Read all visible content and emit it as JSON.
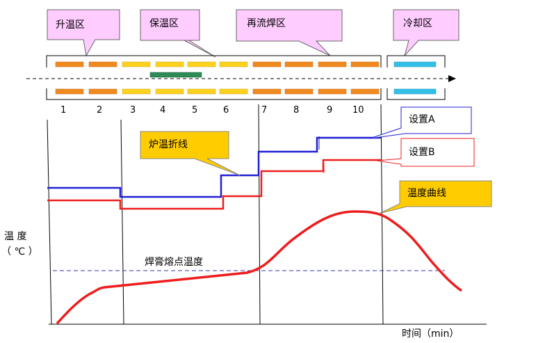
{
  "zones": {
    "heating": "升温区",
    "soak": "保温区",
    "reflow": "再流焊区",
    "cooling": "冷却区"
  },
  "heater_numbers": [
    "1",
    "2",
    "3",
    "4",
    "5",
    "6",
    "7",
    "8",
    "9",
    "10"
  ],
  "callouts": {
    "setting_a": "设置A",
    "setting_b": "设置B",
    "furnace_line": "炉温折线",
    "temp_curve": "温度曲线"
  },
  "axes": {
    "y_label_line1": "温 度",
    "y_label_line2": "（ ℃ ）",
    "x_label": "时间（min）"
  },
  "melting_point_label": "焊膏熔点温度",
  "colors": {
    "pink_callout": "#ffccff",
    "yellow_callout": "#ffcc00",
    "orange_heater": "#f08a1e",
    "yellow_heater": "#ffd21e",
    "cyan_cooler": "#33c0e8",
    "green_board": "#2e8b57",
    "setting_a_line": "#1f1fd6",
    "setting_b_line": "#ee1c1c",
    "melting_line": "#3333aa"
  }
}
